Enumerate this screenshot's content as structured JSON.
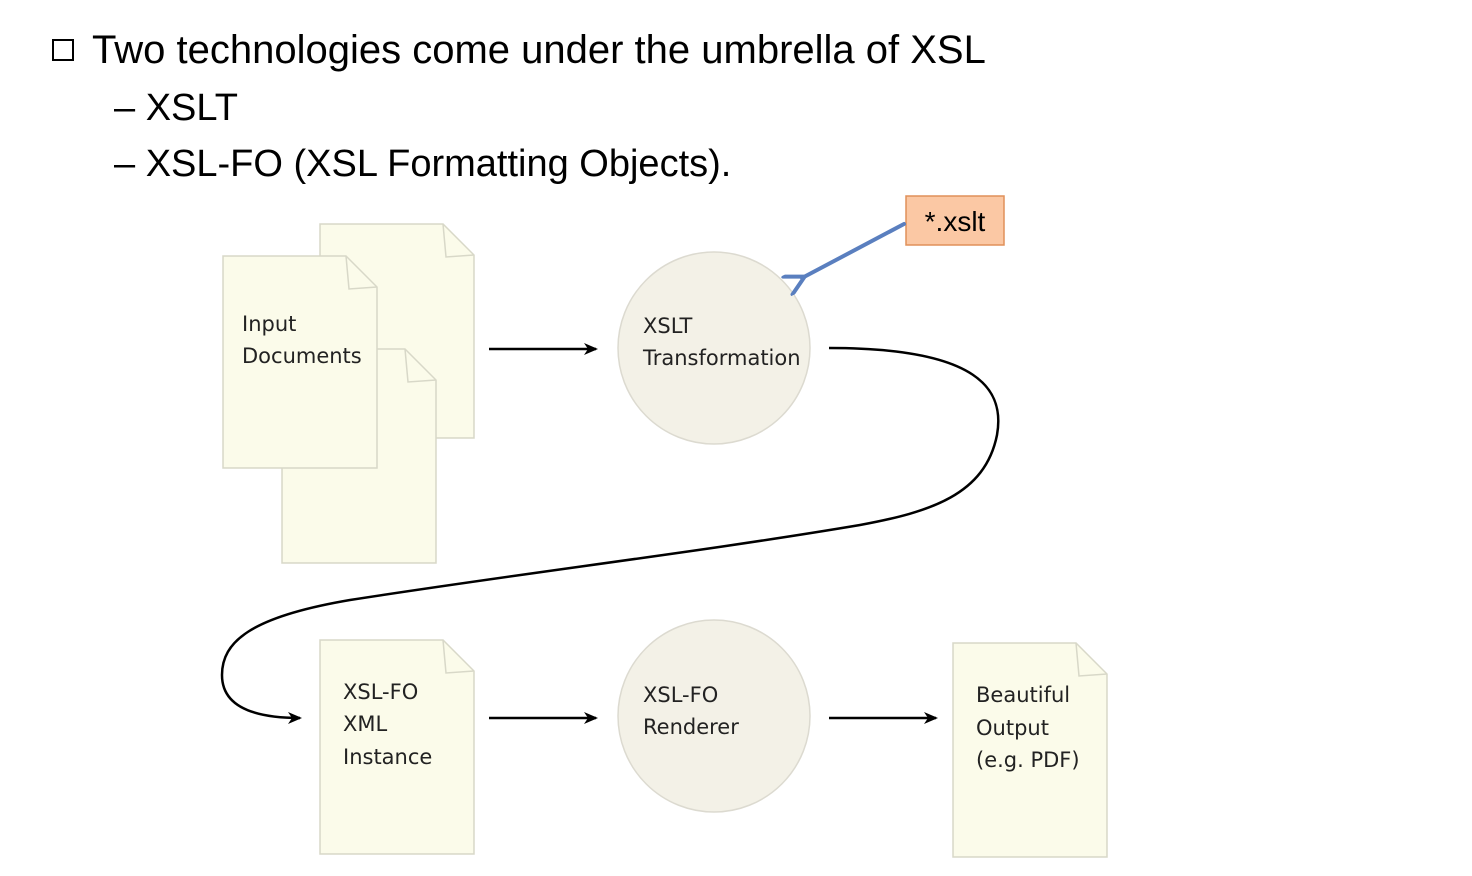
{
  "bullets": {
    "main": "Two technologies come under the umbrella of XSL",
    "sub1": "– XSLT",
    "sub2": "– XSL-FO (XSL Formatting Objects)."
  },
  "diagram": {
    "input_docs": [
      "Input",
      "Documents"
    ],
    "xslt_transformation": [
      "XSLT",
      "Transformation"
    ],
    "xslt_file": "*.xslt",
    "fo_instance": [
      "XSL-FO",
      "XML",
      "Instance"
    ],
    "fo_renderer": [
      "XSL-FO",
      "Renderer"
    ],
    "output": [
      "Beautiful",
      "Output",
      "(e.g. PDF)"
    ]
  },
  "colors": {
    "page_fill": "#fbfbea",
    "circle_fill": "#f3f1e7",
    "xslt_box_fill": "#fbc8a4",
    "xslt_box_border": "#e0905a",
    "blue_arrow": "#5a7fbf"
  }
}
